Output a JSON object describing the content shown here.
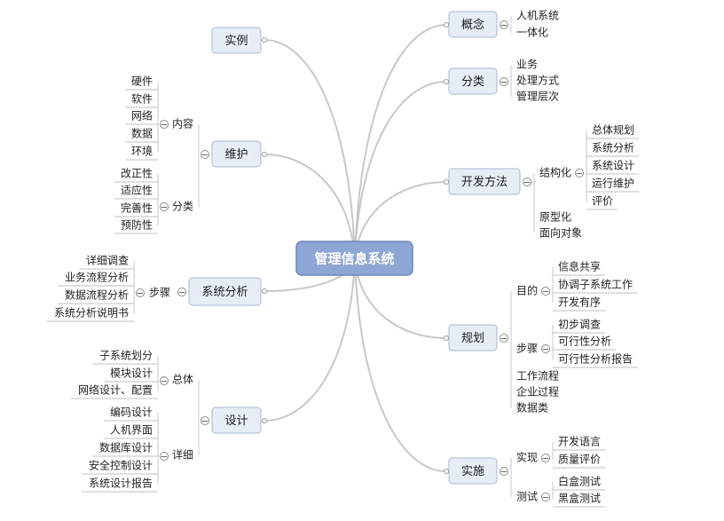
{
  "root": {
    "title": "管理信息系统"
  },
  "topics": {
    "concept": {
      "label": "概念",
      "children": [
        "人机系统",
        "一体化"
      ]
    },
    "category": {
      "label": "分类",
      "children": [
        "业务",
        "处理方式",
        "管理层次"
      ]
    },
    "dev_method": {
      "label": "开发方法",
      "structured": {
        "label": "结构化",
        "children": [
          "总体规划",
          "系统分析",
          "系统设计",
          "运行维护",
          "评价"
        ]
      },
      "others": [
        "原型化",
        "面向对象"
      ]
    },
    "planning": {
      "label": "规划",
      "goal": {
        "label": "目的",
        "children": [
          "信息共享",
          "协调子系统工作",
          "开发有序"
        ]
      },
      "steps": {
        "label": "步骤",
        "children": [
          "初步调查",
          "可行性分析",
          "可行性分析报告"
        ]
      },
      "others": [
        "工作流程",
        "企业过程",
        "数据类"
      ]
    },
    "implementation": {
      "label": "实施",
      "realize": {
        "label": "实现",
        "children": [
          "开发语言",
          "质量评价"
        ]
      },
      "test": {
        "label": "测试",
        "children": [
          "白盒测试",
          "黑盒测试"
        ]
      }
    },
    "example": {
      "label": "实例"
    },
    "maintenance": {
      "label": "维护",
      "content": {
        "label": "内容",
        "children": [
          "硬件",
          "软件",
          "网络",
          "数据",
          "环境"
        ]
      },
      "types": {
        "label": "分类",
        "children": [
          "改正性",
          "适应性",
          "完善性",
          "预防性"
        ]
      }
    },
    "sys_analysis": {
      "label": "系统分析",
      "steps": {
        "label": "步骤",
        "children": [
          "详细调查",
          "业务流程分析",
          "数据流程分析",
          "系统分析说明书"
        ]
      }
    },
    "design": {
      "label": "设计",
      "overall": {
        "label": "总体",
        "children": [
          "子系统划分",
          "模块设计",
          "网络设计、配置"
        ]
      },
      "detail": {
        "label": "详细",
        "children": [
          "编码设计",
          "人机界面",
          "数据库设计",
          "安全控制设计",
          "系统设计报告"
        ]
      }
    }
  },
  "toggle_symbol": "−",
  "colors": {
    "root_fill": "#8ea6d3",
    "root_stroke": "#6e86b8",
    "topic_fill": "#e6edf7",
    "topic_stroke": "#a9b8cf",
    "line": "#c8c8c8",
    "underline": "#c0c0c0"
  }
}
